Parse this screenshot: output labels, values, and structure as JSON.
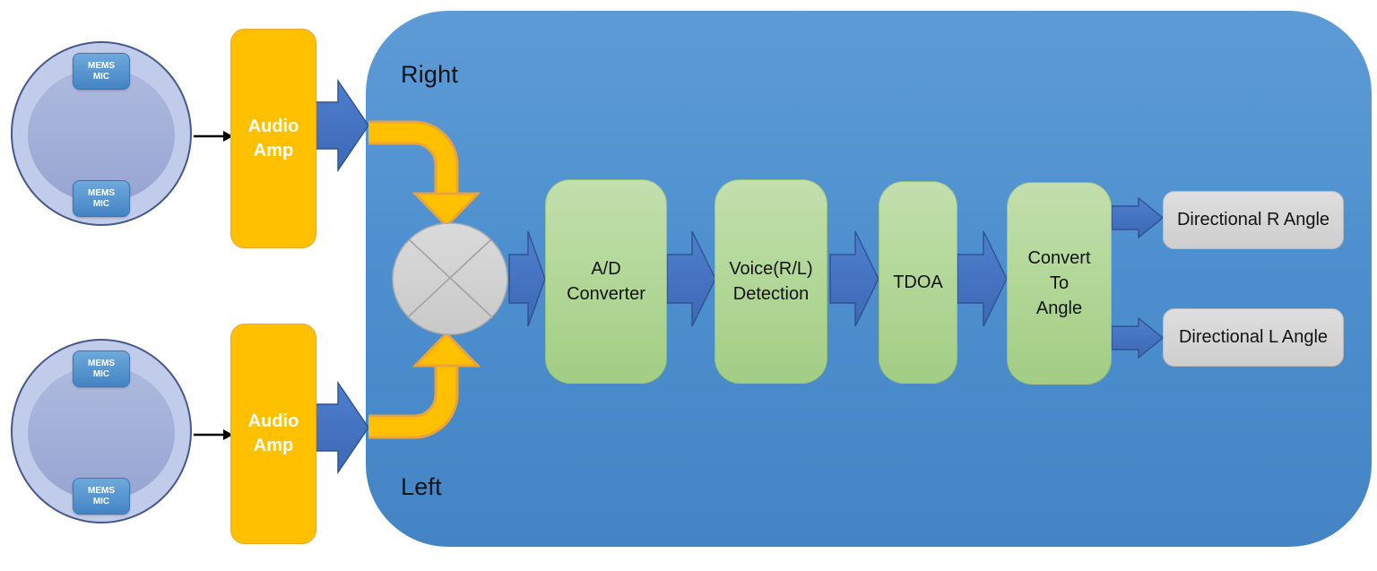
{
  "panel": {
    "right_label": "Right",
    "left_label": "Left"
  },
  "mic_array": {
    "mems_line1": "MEMS",
    "mems_line2": "MIC"
  },
  "audio_amp": {
    "line1": "Audio",
    "line2": "Amp"
  },
  "pipeline": {
    "adc": {
      "lines": [
        "A/D",
        "Converter"
      ]
    },
    "voice": {
      "lines": [
        "Voice(R/L)",
        "Detection"
      ]
    },
    "tdoa": {
      "lines": [
        "TDOA"
      ]
    },
    "convert": {
      "lines": [
        "Convert",
        "To",
        "Angle"
      ]
    }
  },
  "outputs": {
    "right": "Directional R Angle",
    "left": "Directional L Angle"
  },
  "icons": {
    "mixer": "multiplier-cross-circle"
  },
  "colors": {
    "panel_blue_top": "#5d9bd6",
    "panel_blue_bottom": "#4484c4",
    "amber": "#ffc000",
    "amber_outline": "#e8a33d",
    "arrow_blue": "#4472c4",
    "arrow_blue_outline": "#2f528f",
    "green_top": "#c2dfad",
    "green_bottom": "#a2cd85",
    "output_gray": "#d6d6d6",
    "mems_blue": "#4e8fcd",
    "circle_outer": "#c0cce9",
    "circle_inner": "#9fadd8",
    "mixer_gray": "#d5d5d5"
  }
}
